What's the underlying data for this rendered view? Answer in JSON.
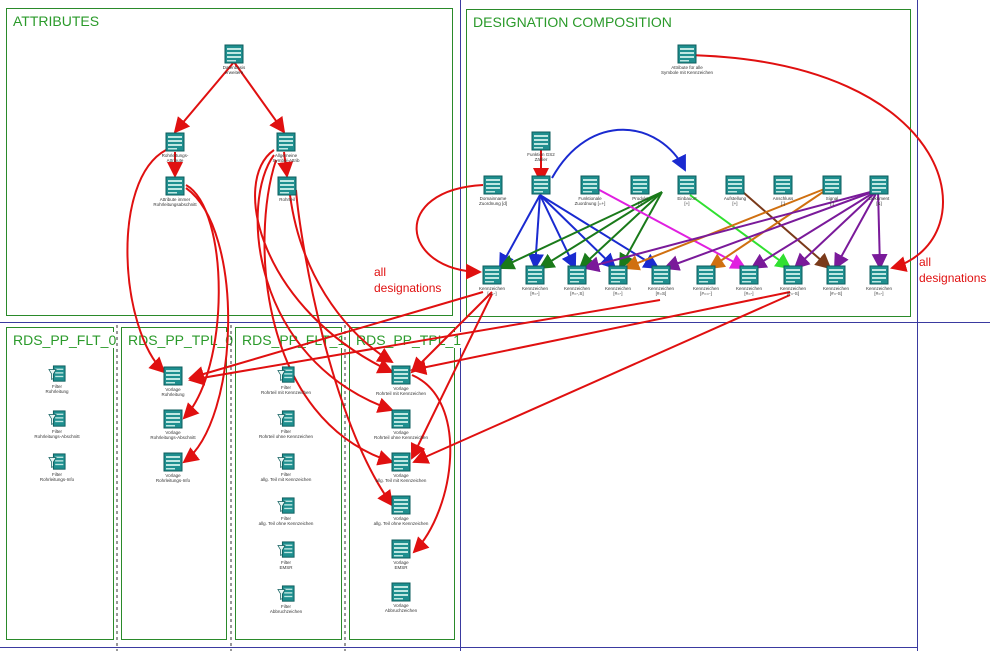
{
  "frames": {
    "attributes": "ATTRIBUTES",
    "designation": "DESIGNATION COMPOSITION",
    "flt0": "RDS_PP_FLT_0",
    "tpl0": "RDS_PP_TPL_0",
    "flt1": "RDS_PP_FLT_1",
    "tpl1": "RDS_PP_TPL_1"
  },
  "notes": {
    "left": "all\ndesignations",
    "right": "all\ndesignations"
  },
  "nodes": [
    {
      "id": "attr_root",
      "label": "Datenbasis\nerweitern",
      "icon": "table-node-icon"
    },
    {
      "id": "attr_rohr",
      "label": "Rohrleitungs-\nAttribute",
      "icon": "table-node-icon"
    },
    {
      "id": "attr_rohr2",
      "label": "Attribute immer\nRohrleitungsabschnitt",
      "icon": "table-node-icon"
    },
    {
      "id": "attr_alle",
      "label": "Allgemeine\nSymbol-Attrib",
      "icon": "table-node-icon"
    },
    {
      "id": "attr_rohrteil",
      "label": "Rohrteil",
      "icon": "table-node-icon"
    },
    {
      "id": "dc_top",
      "label": "Attribute für alle\nSymbole mit Kennzeichen",
      "icon": "table-node-icon"
    },
    {
      "id": "dc_fgs",
      "label": "Funktion GS2\nZähler",
      "icon": "table-node-icon"
    },
    {
      "id": "dc_u1",
      "label": "Domainname\nZuordnung [d]",
      "icon": "table-node-icon"
    },
    {
      "id": "dc_u2",
      "label": "",
      "icon": "table-node-icon"
    },
    {
      "id": "dc_u3",
      "label": "Funktionale\nZuordnung [=+]",
      "icon": "table-node-icon"
    },
    {
      "id": "dc_u4",
      "label": "Produkt\n[-]",
      "icon": "table-node-icon"
    },
    {
      "id": "dc_u5",
      "label": "Einbauort\n[+]",
      "icon": "table-node-icon"
    },
    {
      "id": "dc_u6",
      "label": "Aufstellung\n[+]",
      "icon": "table-node-icon"
    },
    {
      "id": "dc_u7",
      "label": "Anschluss\n[:]",
      "icon": "table-node-icon"
    },
    {
      "id": "dc_u8",
      "label": "Signal\n[;]",
      "icon": "table-node-icon"
    },
    {
      "id": "dc_u9",
      "label": "Dokument\n[&]",
      "icon": "table-node-icon"
    },
    {
      "id": "dc_l1",
      "label": "Kennzeichen\n[==-]",
      "icon": "table-node-icon"
    },
    {
      "id": "dc_l2",
      "label": "Kennzeichen\n[#=-]",
      "icon": "table-node-icon"
    },
    {
      "id": "dc_l3",
      "label": "Kennzeichen\n[#=-,S]",
      "icon": "table-node-icon"
    },
    {
      "id": "dc_l4",
      "label": "Kennzeichen\n[#=-]",
      "icon": "table-node-icon"
    },
    {
      "id": "dc_l5",
      "label": "Kennzeichen\n[#=S]",
      "icon": "table-node-icon"
    },
    {
      "id": "dc_l6",
      "label": "Kennzeichen\n[#==-]",
      "icon": "table-node-icon"
    },
    {
      "id": "dc_l7",
      "label": "Kennzeichen\n[#=-]",
      "icon": "table-node-icon"
    },
    {
      "id": "dc_l8",
      "label": "Kennzeichen\n[#=-S]",
      "icon": "table-node-icon"
    },
    {
      "id": "dc_l9",
      "label": "Kennzeichen\n[#=-S]",
      "icon": "table-node-icon"
    },
    {
      "id": "dc_l10",
      "label": "Kennzeichen\n[#=-]",
      "icon": "table-node-icon"
    },
    {
      "id": "f0_1",
      "label": "Filter\nRohrleitung",
      "icon": "filter-node-icon"
    },
    {
      "id": "f0_2",
      "label": "Filter\nRohrleitungs-Abschnitt",
      "icon": "filter-node-icon"
    },
    {
      "id": "f0_3",
      "label": "Filter\nRohrleitungs-Info",
      "icon": "filter-node-icon"
    },
    {
      "id": "t0_1",
      "label": "Vorlage\nRohrleitung",
      "icon": "table-node-icon"
    },
    {
      "id": "t0_2",
      "label": "Vorlage\nRohrleitungs-Abschnitt",
      "icon": "table-node-icon"
    },
    {
      "id": "t0_3",
      "label": "Vorlage\nRohrleitungs-Info",
      "icon": "table-node-icon"
    },
    {
      "id": "f1_1",
      "label": "Filter\nRohrteil mit Kennzeichen",
      "icon": "filter-node-icon"
    },
    {
      "id": "f1_2",
      "label": "Filter\nRohrteil ohne Kennzeichen",
      "icon": "filter-node-icon"
    },
    {
      "id": "f1_3",
      "label": "Filter\nallg. Teil mit Kennzeichen",
      "icon": "filter-node-icon"
    },
    {
      "id": "f1_4",
      "label": "Filter\nallg. Teil ohne Kennzeichen",
      "icon": "filter-node-icon"
    },
    {
      "id": "f1_5",
      "label": "Filter\nEMSR",
      "icon": "filter-node-icon"
    },
    {
      "id": "f1_6",
      "label": "Filter\nAbbruchzeichen",
      "icon": "filter-node-icon"
    },
    {
      "id": "t1_1",
      "label": "Vorlage\nRohrteil mit Kennzeichen",
      "icon": "table-node-icon"
    },
    {
      "id": "t1_2",
      "label": "Vorlage\nRohrteil ohne Kennzeichen",
      "icon": "table-node-icon"
    },
    {
      "id": "t1_3",
      "label": "Vorlage\nallg. Teil mit Kennzeichen",
      "icon": "table-node-icon"
    },
    {
      "id": "t1_4",
      "label": "Vorlage\nallg. Teil ohne Kennzeichen",
      "icon": "table-node-icon"
    },
    {
      "id": "t1_5",
      "label": "Vorlage\nEMSR",
      "icon": "table-node-icon"
    },
    {
      "id": "t1_6",
      "label": "Vorlage\nAbbruchzeichen",
      "icon": "table-node-icon"
    }
  ],
  "colors": {
    "frame": "#2a8a2a",
    "title": "#2a9a2a",
    "swimlane": "#3a3aa0",
    "node_fill": "#1f8f8f",
    "node_light": "#bfe7e2",
    "edge_red": "#e01010",
    "edge_blue": "#1a2ad0",
    "edge_green": "#1a7a1a",
    "edge_purple": "#7a1a9a",
    "edge_magenta": "#e020e0",
    "edge_lime": "#30e030",
    "edge_brown": "#7a3a1a",
    "edge_orange": "#d07010",
    "edge_teal": "#1a8a7a"
  }
}
